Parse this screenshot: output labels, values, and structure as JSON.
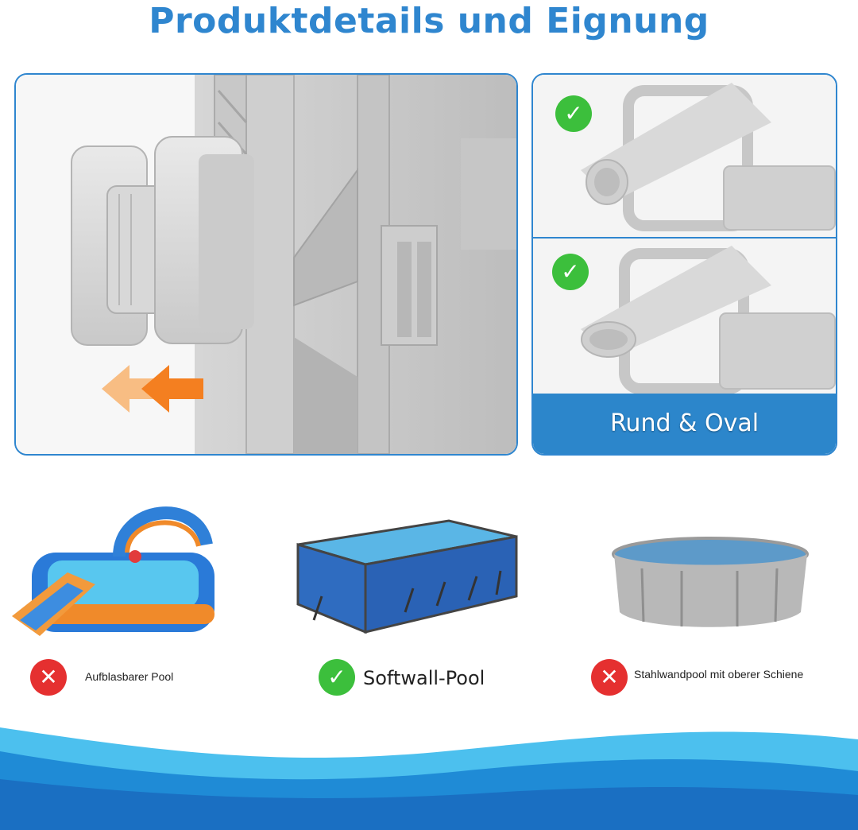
{
  "header": {
    "title": "Produktdetails und Eignung"
  },
  "mount": {
    "shape_label": "Rund & Oval",
    "rail_options": [
      {
        "shape": "round",
        "status": "suitable",
        "icon": "check-icon"
      },
      {
        "shape": "oval",
        "status": "suitable",
        "icon": "check-icon"
      }
    ],
    "arrow_color": "#f47f20"
  },
  "suitability": [
    {
      "label": "Aufblasbarer Pool",
      "status": "unsuitable",
      "icon": "cross-icon"
    },
    {
      "label": "Softwall-Pool",
      "status": "suitable",
      "icon": "check-icon"
    },
    {
      "label": "Stahlwandpool mit oberer Schiene",
      "status": "unsuitable",
      "icon": "cross-icon"
    }
  ],
  "colors": {
    "brand_blue": "#2f86cf",
    "check_green": "#3cbf3c",
    "cross_red": "#e53030",
    "water_light": "#4cc0ee"
  }
}
